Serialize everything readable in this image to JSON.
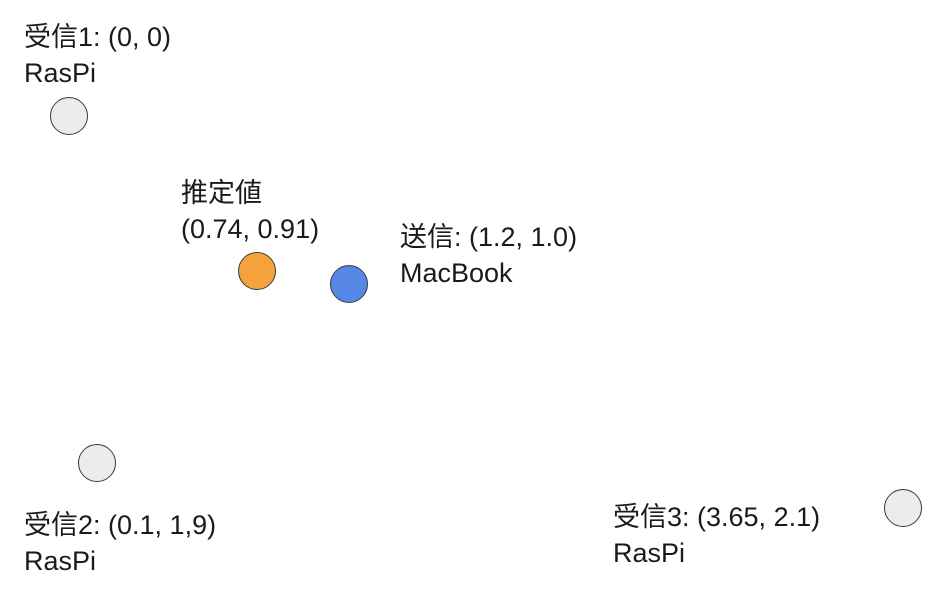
{
  "colors": {
    "receiver_fill": "#ececec",
    "estimate_fill": "#f4a23c",
    "sender_fill": "#5687e6",
    "outline": "#3c3c3c"
  },
  "receiver1": {
    "title": "受信1: (0, 0)",
    "device": "RasPi"
  },
  "receiver2": {
    "title": "受信2: (0.1, 1,9)",
    "device": "RasPi"
  },
  "receiver3": {
    "title": "受信3: (3.65, 2.1)",
    "device": "RasPi"
  },
  "estimate": {
    "title": "推定値",
    "coords": "(0.74, 0.91)"
  },
  "sender": {
    "title": "送信: (1.2, 1.0)",
    "device": "MacBook"
  }
}
